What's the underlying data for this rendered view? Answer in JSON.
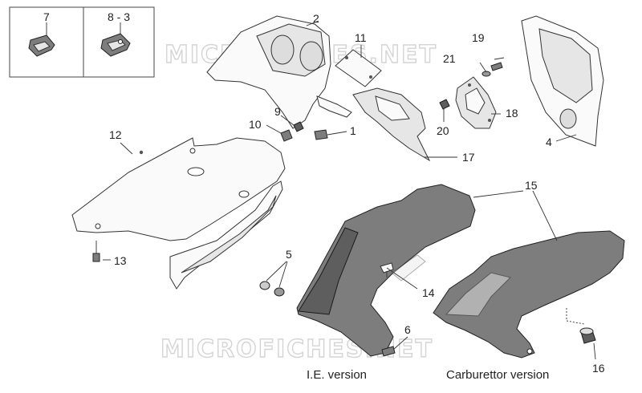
{
  "watermarks": [
    "MICROFICHES.NET",
    "MICROFICHES.NET"
  ],
  "callouts": {
    "c1": "1",
    "c2": "2",
    "c4": "4",
    "c5": "5",
    "c6": "6",
    "c7": "7",
    "c8": "8 - 3",
    "c9": "9",
    "c10": "10",
    "c11": "11",
    "c12": "12",
    "c13": "13",
    "c14": "14",
    "c15": "15",
    "c16": "16",
    "c17": "17",
    "c18": "18",
    "c19": "19",
    "c20": "20",
    "c21": "21"
  },
  "versions": {
    "ie": "I.E. version",
    "carb": "Carburettor version"
  }
}
